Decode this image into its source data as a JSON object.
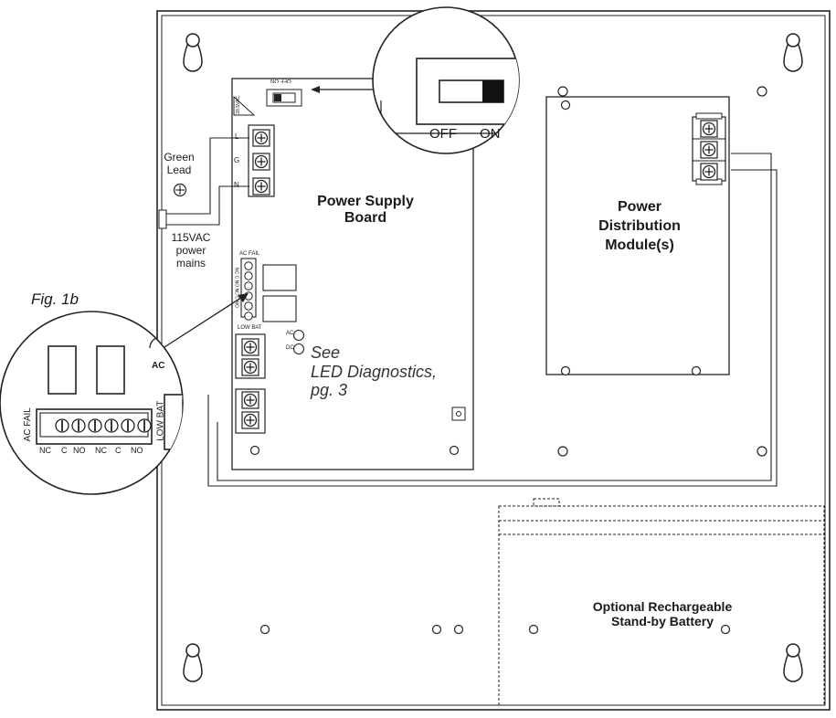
{
  "figure_label": "Fig. 1b",
  "labels": {
    "power_supply_board": [
      "Power Supply",
      "Board"
    ],
    "power_distribution": [
      "Power",
      "Distribution",
      "Module(s)"
    ],
    "green_lead": [
      "Green",
      "Lead"
    ],
    "mains": [
      "115VAC",
      "power",
      "mains"
    ],
    "led_diag": [
      "See",
      "LED Diagnostics,",
      "pg. 3"
    ],
    "battery": [
      "Optional Rechargeable",
      "Stand-by Battery"
    ],
    "switch_off": "OFF",
    "switch_on": "ON",
    "small_switch_off": "OFF",
    "small_switch_on": "ON",
    "ac_fail": "AC FAIL",
    "low_bat": "LOW BAT",
    "ac_partial": "AC",
    "nc": "NC",
    "c": "C",
    "no": "NO",
    "led_ac": "AC",
    "led_dc": "DC",
    "terminal_l": "L",
    "terminal_g": "G",
    "terminal_n": "N",
    "voltage_tag": "28.5VAC",
    "board_relay_tags": [
      "NC",
      "C",
      "NO",
      "NC",
      "C",
      "NO"
    ],
    "board_ac_fail": "AC FAIL",
    "board_low_bat": "LOW BAT"
  }
}
